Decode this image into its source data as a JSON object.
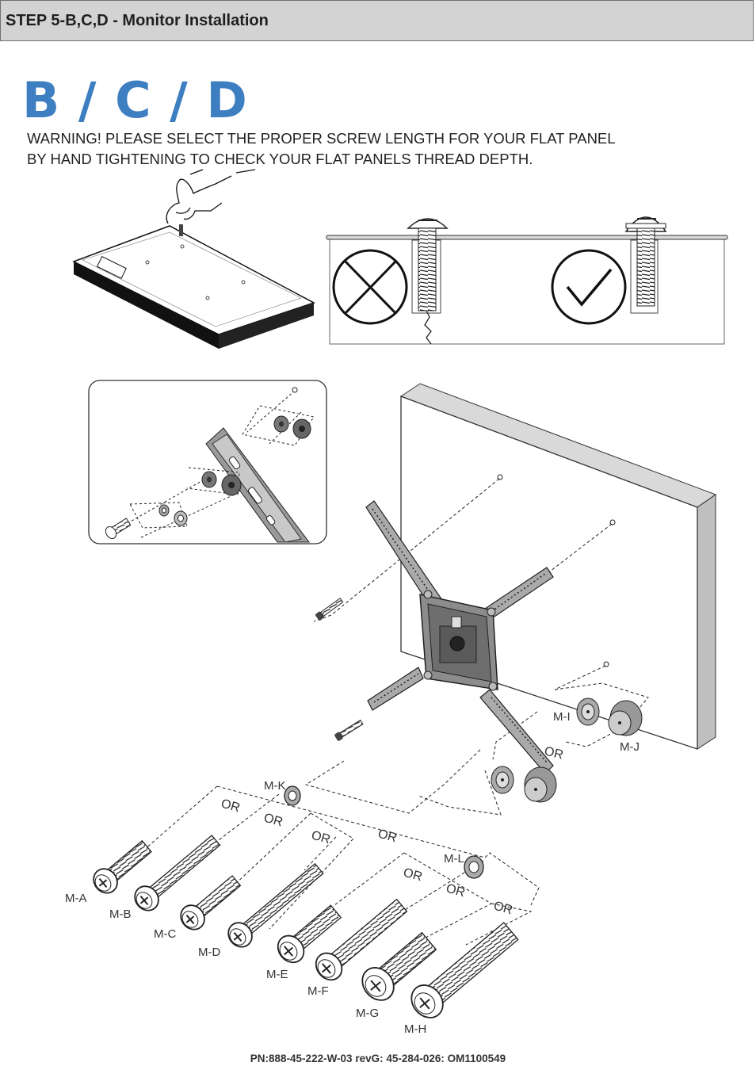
{
  "header": {
    "title": "STEP 5-B,C,D - Monitor Installation"
  },
  "section_heading": "B / C / D",
  "warning": {
    "line1": "WARNING! PLEASE SELECT THE PROPER SCREW LENGTH FOR YOUR FLAT PANEL",
    "line2": "BY HAND TIGHTENING TO CHECK YOUR FLAT PANELS THREAD DEPTH."
  },
  "parts": {
    "screws": [
      "M-A",
      "M-B",
      "M-C",
      "M-D",
      "M-E",
      "M-F",
      "M-G",
      "M-H"
    ],
    "spacers": [
      "M-I",
      "M-J"
    ],
    "washers": [
      "M-K",
      "M-L"
    ],
    "or_label": "OR"
  },
  "footer": {
    "part_number": "PN:888-45-222-W-03 revG: 45-284-026: OM1100549"
  },
  "colors": {
    "heading_blue": "#3e7fc2",
    "header_bg": "#d3d3d3"
  }
}
